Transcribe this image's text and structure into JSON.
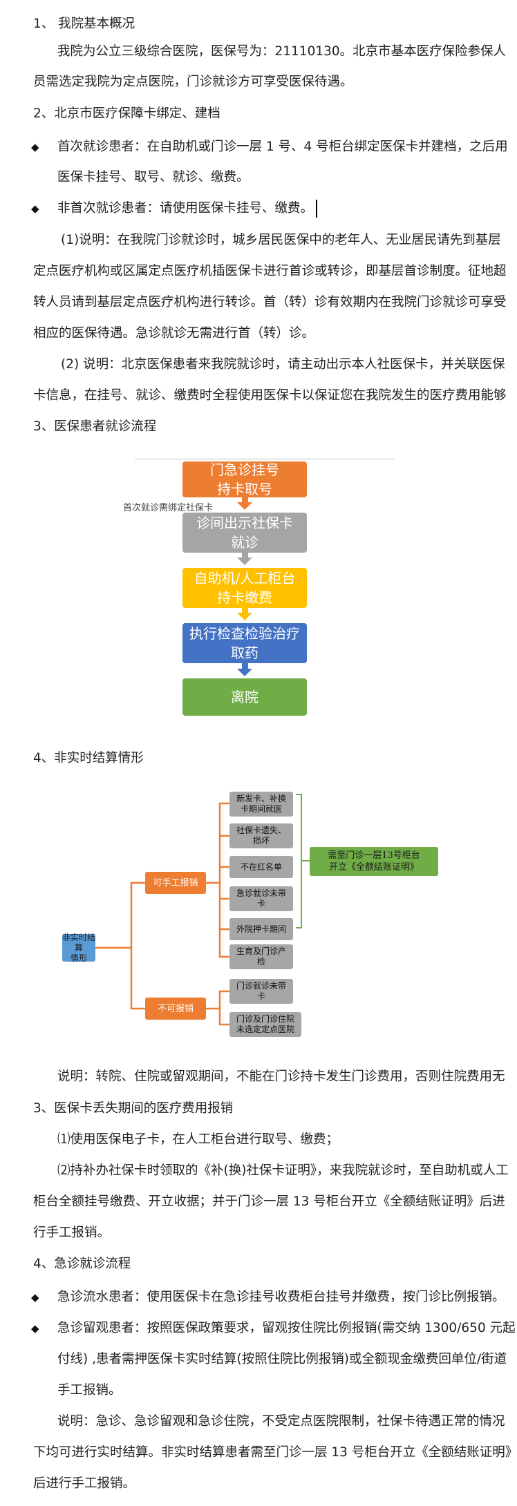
{
  "colors": {
    "orange": "#ed7d31",
    "grey": "#a5a5a5",
    "yellow": "#ffc000",
    "blue": "#4472c4",
    "green": "#70ad47",
    "light_blue": "#5b9bd5",
    "green_bracket": "#70ad47"
  },
  "sec1": {
    "heading": "1、  我院基本概况",
    "p1_l1": "我院为公立三级综合医院，医保号为：21110130。北京市基本医疗保险参保人",
    "p1_l2": "员需选定我院为定点医院，门诊就诊方可享受医保待遇。"
  },
  "sec2": {
    "heading": "2、北京市医疗保障卡绑定、建档",
    "b1_l1": "首次就诊患者：在自助机或门诊一层 1 号、4 号柜台绑定医保卡并建档，之后用",
    "b1_l2": "医保卡挂号、取号、就诊、缴费。",
    "b2": "非首次就诊患者：请使用医保卡挂号、缴费。",
    "n1_l1": "(1)说明：在我院门诊就诊时，城乡居民医保中的老年人、无业居民请先到基层",
    "n1_l2": "定点医疗机构或区属定点医疗机插医保卡进行首诊或转诊，即基层首诊制度。征地超",
    "n1_l3": "转人员请到基层定点医疗机构进行转诊。首（转）诊有效期内在我院门诊就诊可享受",
    "n1_l4": "相应的医保待遇。急诊就诊无需进行首（转）诊。",
    "n2_l1": "(2) 说明：北京医保患者来我院就诊时，请主动出示本人社医保卡，并关联医保",
    "n2_l2": "卡信息，在挂号、就诊、缴费时全程使用医保卡以保证您在我院发生的医疗费用能够"
  },
  "sec3": {
    "heading": "3、医保患者就诊流程",
    "flow": {
      "step1_l1": "门急诊挂号",
      "step1_l2": "持卡取号",
      "side_note": "首次就诊需绑定社保卡",
      "step2_l1": "诊间出示社保卡",
      "step2_l2": "就诊",
      "step3_l1": "自助机/人工柜台",
      "step3_l2": "持卡缴费",
      "step4_l1": "执行检查检验治疗",
      "step4_l2": "取药",
      "step5": "离院"
    }
  },
  "sec4": {
    "heading": "4、非实时结算情形",
    "tree": {
      "root_l1": "非实时结算",
      "root_l2": "情形",
      "can": "可手工报销",
      "cannot": "不可报销",
      "can_items": [
        [
          "新发卡、补换",
          "卡期间就医"
        ],
        [
          "社保卡遗失、",
          "损坏"
        ],
        [
          "不在红名单",
          ""
        ],
        [
          "急诊就诊未带",
          "卡"
        ],
        [
          "外院押卡期间",
          ""
        ],
        [
          "生育及门诊产",
          "检"
        ]
      ],
      "cannot_items": [
        [
          "门诊就诊未带",
          "卡"
        ],
        [
          "门诊及门诊住院",
          "未选定定点医院"
        ]
      ],
      "result_l1": "需至门诊一层13号柜台",
      "result_l2": "开立《全额结账证明》"
    },
    "note": "说明：转院、住院或留观期间，不能在门诊持卡发生门诊费用，否则住院费用无"
  },
  "sec5": {
    "heading": "3、医保卡丢失期间的医疗费用报销",
    "i1": "⑴使用医保电子卡，在人工柜台进行取号、缴费；",
    "i2_l1": "⑵持补办社保卡时领取的《补(换)社保卡证明》，来我院就诊时，至自助机或人工",
    "i2_l2": "柜台全额挂号缴费、开立收据；并于门诊一层 13 号柜台开立《全额结账证明》后进",
    "i2_l3": "行手工报销。"
  },
  "sec6": {
    "heading": "4、急诊就诊流程",
    "b1": "急诊流水患者：使用医保卡在急诊挂号收费柜台挂号并缴费，按门诊比例报销。",
    "b2_l1": "急诊留观患者：按照医保政策要求，留观按住院比例报销(需交纳 1300/650 元起",
    "b2_l2": "付线) ,患者需押医保卡实时结算(按照住院比例报销)或全额现金缴费回单位/街道",
    "b2_l3": "手工报销。",
    "n_l1": "说明：急诊、急诊留观和急诊住院，不受定点医院限制，社保卡待遇正常的情况",
    "n_l2": "下均可进行实时结算。非实时结算患者需至门诊一层 13 号柜台开立《全额结账证明》",
    "n_l3": "后进行手工报销。"
  }
}
